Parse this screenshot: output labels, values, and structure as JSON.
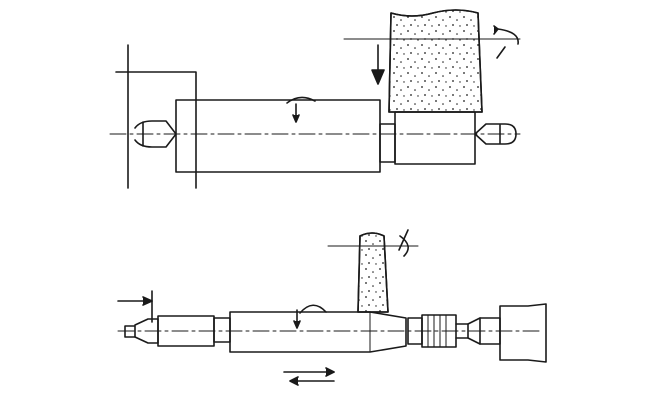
{
  "figure": {
    "top_view": {
      "name": "plunge-grinding-with-wide-wheel",
      "parts": [
        "tailstock-center",
        "workpiece",
        "grinding-wheel",
        "headstock-center"
      ]
    },
    "bottom_view": {
      "name": "traverse-grinding-stepped-shaft",
      "parts": [
        "left-center",
        "stepped-shaft",
        "grinding-wheel",
        "right-center",
        "driving-chuck"
      ]
    },
    "colors": {
      "stroke": "#1a1a1a",
      "background": "#ffffff"
    },
    "icons": [
      "rotation-arrow-icon",
      "feed-arrow-icon",
      "reciprocating-motion-icon"
    ]
  }
}
